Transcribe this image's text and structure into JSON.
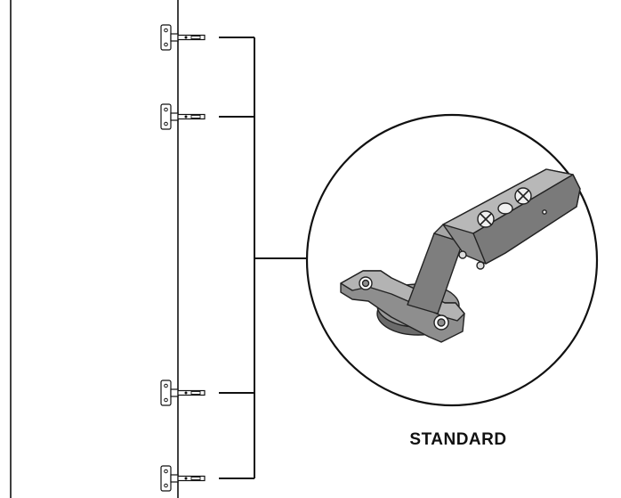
{
  "diagram": {
    "caption": "STANDARD",
    "hinge_count": 4,
    "colors": {
      "line": "#111111",
      "hinge_body": "#8a8a8a",
      "hinge_light": "#b5b5b5",
      "hinge_dark": "#5a5a5a",
      "background": "#ffffff"
    },
    "icons": [
      "cabinet-door",
      "hinge-icon",
      "bracket-connector",
      "magnified-hinge-illustration"
    ]
  }
}
